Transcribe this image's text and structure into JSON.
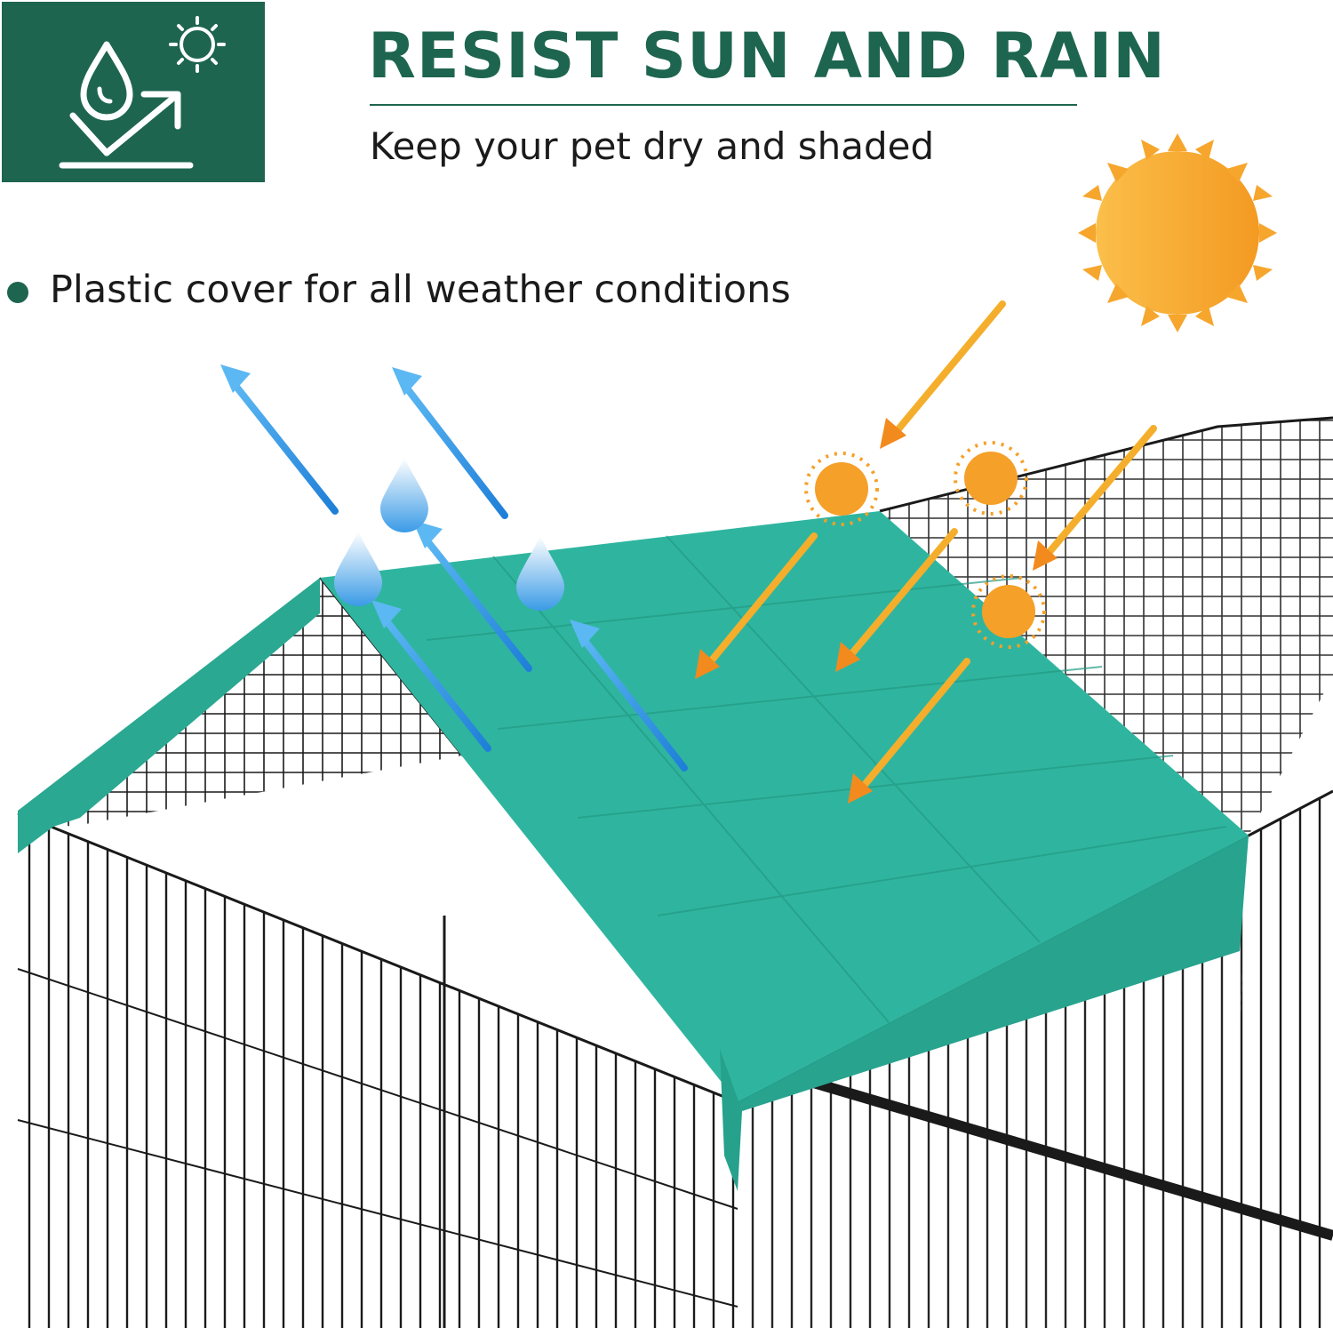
{
  "headline": "RESIST SUN AND RAIN",
  "subheadline": "Keep your pet dry and shaded",
  "bullet": "Plastic cover for all weather conditions",
  "colors": {
    "brand_green": "#1e654f",
    "cover_teal": "#2fb59f",
    "sun_orange": "#f5a028",
    "rain_blue": "#2f97e4",
    "wire_black": "#1a1a1a"
  },
  "icons": [
    "water-drop-icon",
    "sun-icon",
    "deflect-arrow-icon"
  ]
}
